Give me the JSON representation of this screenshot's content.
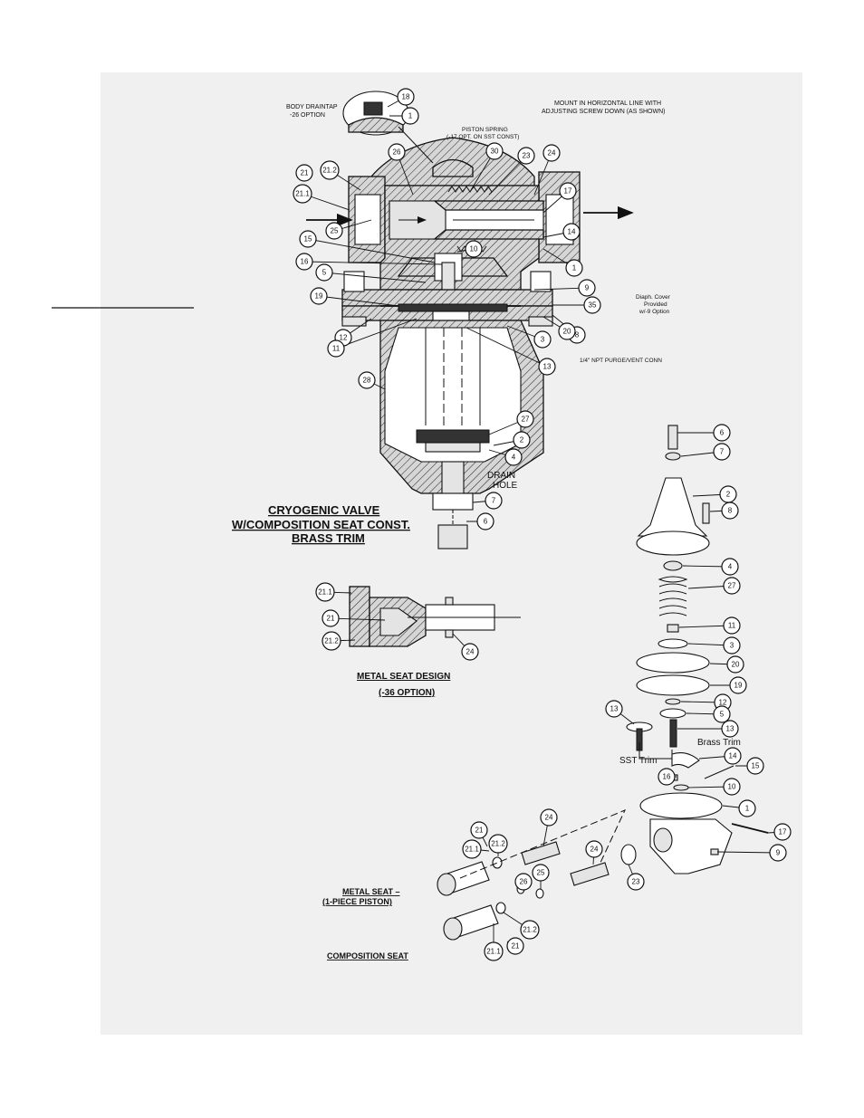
{
  "notes": {
    "body_draintap": [
      "BODY DRAINTAP",
      "-26 OPTION"
    ],
    "mount": [
      "MOUNT IN HORIZONTAL LINE WITH",
      "ADJUSTING SCREW DOWN (AS SHOWN)"
    ],
    "piston_spring": [
      "PISTON SPRING",
      "(-17 OPT. ON SST CONST)"
    ],
    "diaph_cover": [
      "Diaph. Cover",
      "Provided",
      "w/-9 Option"
    ],
    "purge_vent": "1/4\" NPT PURGE/VENT CONN",
    "drain_hole": [
      "DRAIN",
      "HOLE"
    ]
  },
  "titles": {
    "cryogenic": [
      "CRYOGENIC VALVE",
      "W/COMPOSITION SEAT CONST.",
      "BRASS TRIM"
    ],
    "metal_seat_design": [
      "METAL SEAT DESIGN",
      "(-36 OPTION)"
    ],
    "metal_seat": [
      "METAL SEAT –",
      "(1-PIECE PISTON)"
    ],
    "composition_seat": "COMPOSITION SEAT",
    "brass_trim": "Brass Trim",
    "sst_trim": "SST Trim"
  },
  "callouts": {
    "draintap": [
      "18",
      "1"
    ],
    "section": [
      "21",
      "21.1",
      "21.2",
      "25",
      "26",
      "30",
      "23",
      "24",
      "17",
      "14",
      "1",
      "15",
      "10",
      "16",
      "5",
      "9",
      "19",
      "35",
      "8",
      "20",
      "12",
      "11",
      "3",
      "13",
      "28",
      "27",
      "2",
      "4",
      "7",
      "6"
    ],
    "metal_seat_design": [
      "21.1",
      "21",
      "21.2",
      "24"
    ],
    "exploded": [
      "6",
      "7",
      "2",
      "8",
      "4",
      "27",
      "11",
      "3",
      "20",
      "19",
      "12",
      "5",
      "13",
      "13",
      "14",
      "15",
      "16",
      "10",
      "1",
      "17",
      "9",
      "23",
      "24",
      "24",
      "21",
      "21.1",
      "21.2",
      "26",
      "25",
      "21.2",
      "21",
      "21.1"
    ]
  }
}
